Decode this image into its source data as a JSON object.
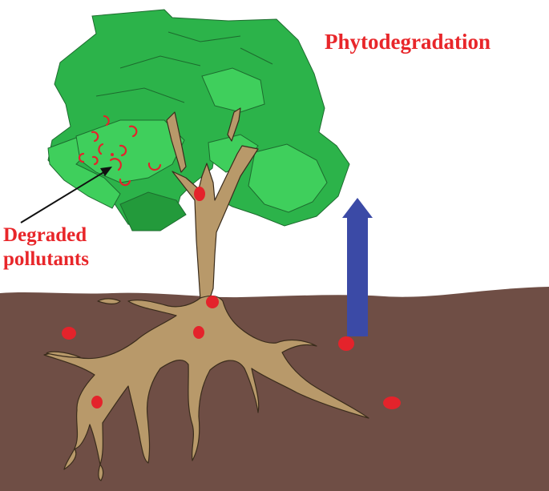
{
  "title": "Phytodegradation",
  "annotation": {
    "line1": "Degraded",
    "line2": "pollutants"
  },
  "colors": {
    "label": "#e8262a",
    "soil": "#6f4e45",
    "canopy": "#2cb34a",
    "canopy_light": "#3fcf5c",
    "canopy_dark": "#239a3b",
    "trunk": "#b8996a",
    "pollutant": "#e4232b",
    "arrow": "#3b4aa6"
  }
}
